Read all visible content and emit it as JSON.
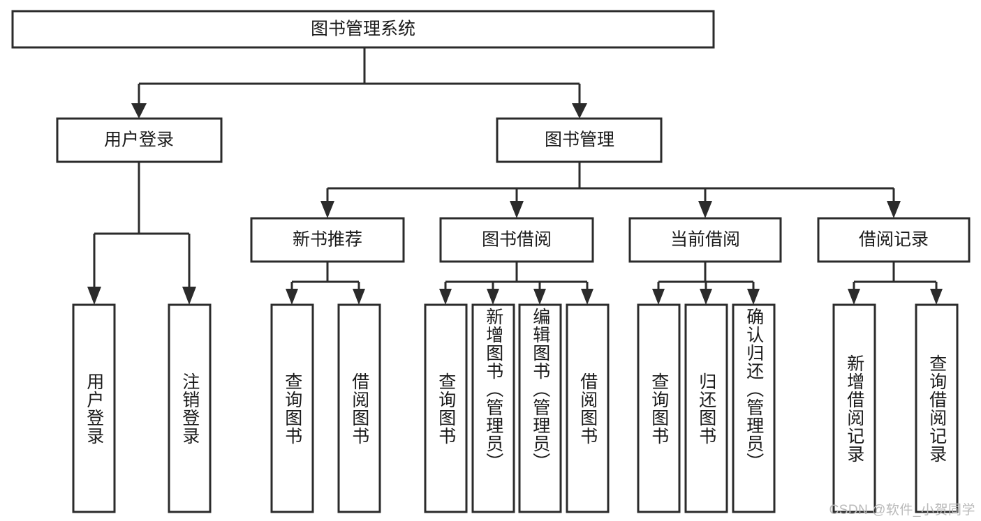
{
  "diagram": {
    "type": "tree",
    "title": "图书管理系统",
    "orientation": "top-down",
    "colors": {
      "stroke": "#2b2b2b",
      "box_fill": "#ffffff",
      "text": "#1a1a1a",
      "background": "#ffffff",
      "watermark": "#b9b9b9"
    },
    "root": {
      "label": "图书管理系统",
      "id": "root-book-management-system"
    },
    "level2": [
      {
        "id": "node-user-login",
        "label": "用户登录"
      },
      {
        "id": "node-book-management",
        "label": "图书管理"
      }
    ],
    "level3": [
      {
        "id": "node-new-book-recommend",
        "label": "新书推荐",
        "parent": "node-book-management"
      },
      {
        "id": "node-book-borrow",
        "label": "图书借阅",
        "parent": "node-book-management"
      },
      {
        "id": "node-current-borrow",
        "label": "当前借阅",
        "parent": "node-book-management"
      },
      {
        "id": "node-borrow-record",
        "label": "借阅记录",
        "parent": "node-book-management"
      }
    ],
    "leaves": [
      {
        "id": "leaf-user-login",
        "label": "用户登录",
        "parent": "node-user-login"
      },
      {
        "id": "leaf-logout-login",
        "label": "注销登录",
        "parent": "node-user-login"
      },
      {
        "id": "leaf-query-book-recommend",
        "label": "查询图书",
        "parent": "node-new-book-recommend"
      },
      {
        "id": "leaf-borrow-book-recommend",
        "label": "借阅图书",
        "parent": "node-new-book-recommend"
      },
      {
        "id": "leaf-query-book-borrow",
        "label": "查询图书",
        "parent": "node-book-borrow"
      },
      {
        "id": "leaf-add-book-admin",
        "label": "新增图书（管理员）",
        "parent": "node-book-borrow"
      },
      {
        "id": "leaf-edit-book-admin",
        "label": "编辑图书（管理员）",
        "parent": "node-book-borrow"
      },
      {
        "id": "leaf-borrow-book",
        "label": "借阅图书",
        "parent": "node-book-borrow"
      },
      {
        "id": "leaf-query-book-current",
        "label": "查询图书",
        "parent": "node-current-borrow"
      },
      {
        "id": "leaf-return-book",
        "label": "归还图书",
        "parent": "node-current-borrow"
      },
      {
        "id": "leaf-confirm-return-admin",
        "label": "确认归还（管理员）",
        "parent": "node-current-borrow"
      },
      {
        "id": "leaf-add-borrow-record",
        "label": "新增借阅记录",
        "parent": "node-borrow-record"
      },
      {
        "id": "leaf-query-borrow-record",
        "label": "查询借阅记录",
        "parent": "node-borrow-record"
      }
    ],
    "watermark": "CSDN @软件_小贺同学"
  }
}
